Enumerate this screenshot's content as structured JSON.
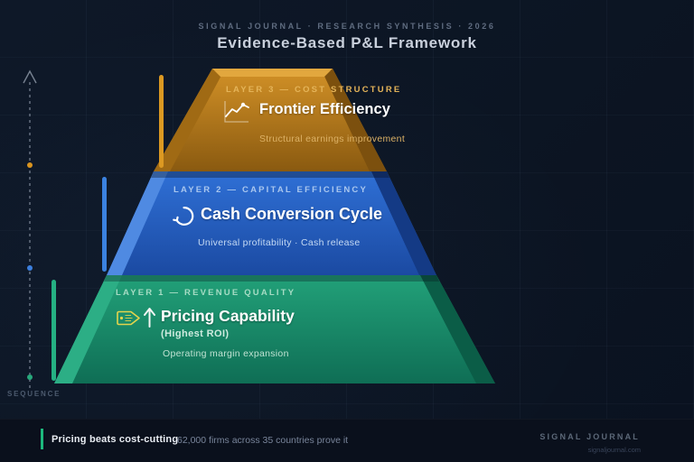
{
  "header": {
    "eyebrow": "SIGNAL JOURNAL · RESEARCH SYNTHESIS · 2026",
    "title": "Evidence-Based P&L Framework"
  },
  "axis": {
    "label": "SEQUENCE"
  },
  "layers": [
    {
      "tag": "LAYER 3 — COST STRUCTURE",
      "title": "Frontier Efficiency",
      "subtitle": "Structural earnings improvement",
      "icon": "chart-line-icon",
      "color": "#c5881f"
    },
    {
      "tag": "LAYER 2 — CAPITAL EFFICIENCY",
      "title": "Cash Conversion Cycle",
      "subtitle": "Universal profitability · Cash release",
      "icon": "cycle-icon",
      "color": "#2563c4"
    },
    {
      "tag": "LAYER 1 — REVENUE QUALITY",
      "title": "Pricing Capability",
      "note": "(Highest ROI)",
      "subtitle": "Operating margin expansion",
      "icon": "price-tag-icon",
      "color": "#18996f"
    }
  ],
  "footer": {
    "highlight": "Pricing beats cost-cutting",
    "detail": "62,000 firms across 35 countries prove it",
    "brand": "SIGNAL JOURNAL",
    "site": "signaljournal.com"
  },
  "colors": {
    "background": "#0c1523",
    "orange_accent": "#dc9922",
    "blue_accent": "#3b82e0",
    "green_accent": "#25b183",
    "footer_accent": "#1db87d"
  }
}
